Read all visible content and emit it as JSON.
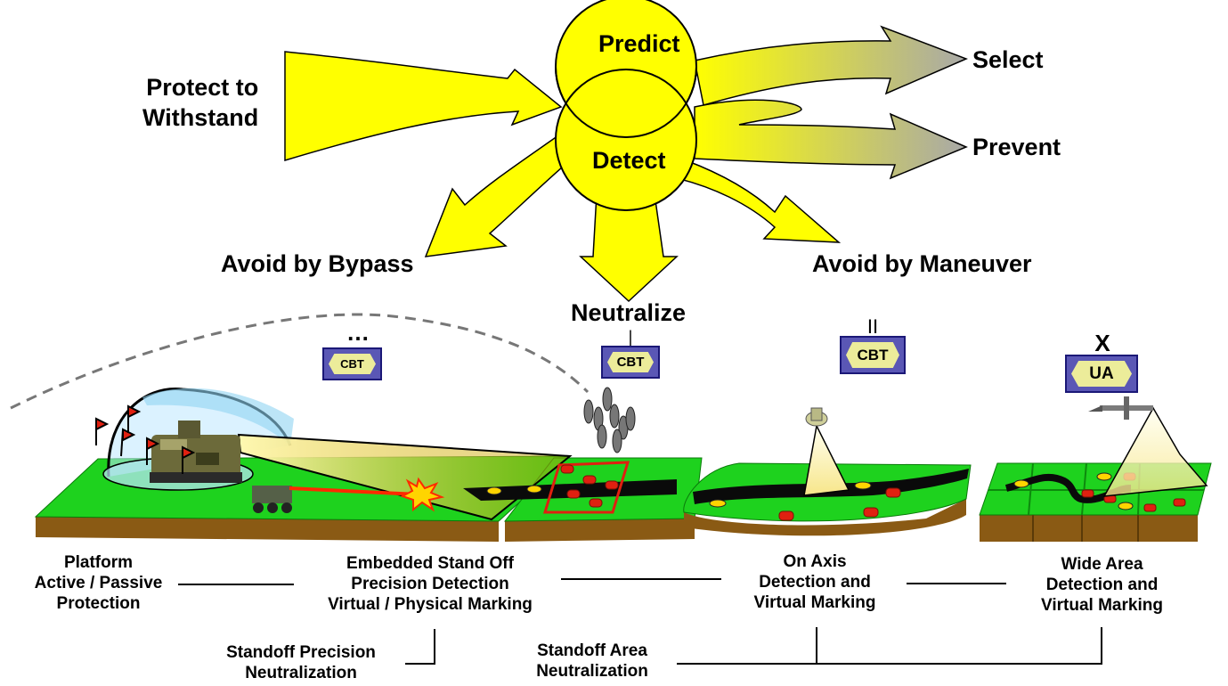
{
  "circles": {
    "top": "Predict",
    "bottom": "Detect"
  },
  "outcomes": {
    "protect": [
      "Protect to",
      "Withstand"
    ],
    "select": "Select",
    "prevent": "Prevent",
    "avoid_bypass": "Avoid by Bypass",
    "avoid_maneuver": "Avoid by Maneuver",
    "neutralize": "Neutralize"
  },
  "unit_symbols": [
    {
      "label": "CBT",
      "echelon": "…"
    },
    {
      "label": "CBT",
      "echelon": "|"
    },
    {
      "label": "CBT",
      "echelon": "II"
    },
    {
      "label": "UA",
      "echelon": "X"
    }
  ],
  "captions": {
    "platform": [
      "Platform",
      "Active / Passive",
      "Protection"
    ],
    "embedded": [
      "Embedded Stand Off",
      "Precision Detection",
      "Virtual / Physical Marking"
    ],
    "on_axis": [
      "On Axis",
      "Detection and",
      "Virtual Marking"
    ],
    "wide_area": [
      "Wide Area",
      "Detection and",
      "Virtual Marking"
    ],
    "standoff_precision": [
      "Standoff Precision",
      "Neutralization"
    ],
    "standoff_area": [
      "Standoff Area",
      "Neutralization"
    ]
  },
  "colors": {
    "arrow_yellow": "#ffff00",
    "arrow_gray": "#a9a9a9",
    "terrain_green": "#1ed21e",
    "terrain_brown": "#8a5a14",
    "road": "#0a0a0a",
    "mine_red": "#e02010",
    "unit_blue": "#5a57b5",
    "unit_hex": "#ecec9a"
  }
}
